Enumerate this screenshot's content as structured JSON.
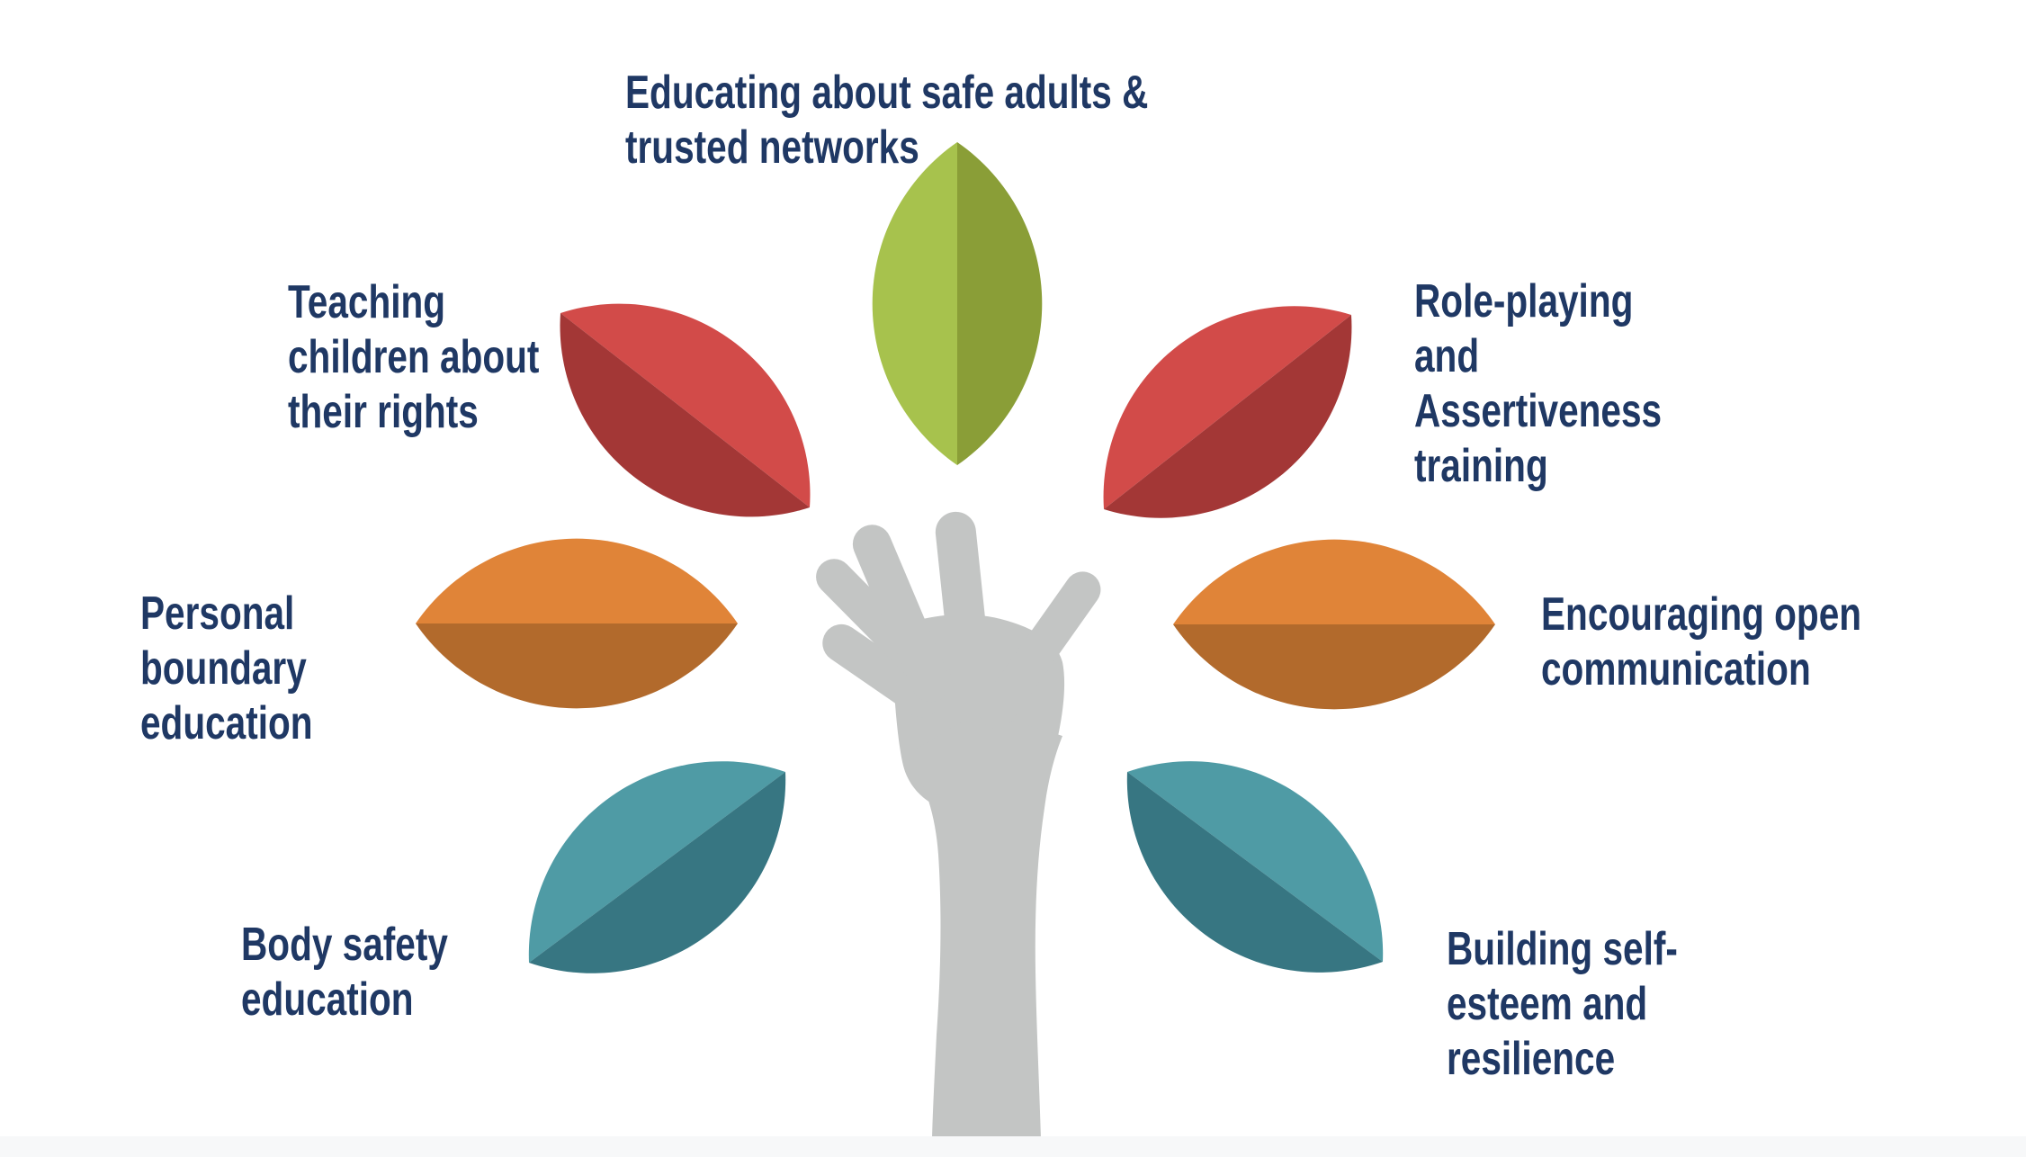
{
  "diagram": {
    "type": "hand-tree petal diagram",
    "center_icon": "open-hand",
    "petals": [
      {
        "position": "top",
        "color_name": "green",
        "label": "Educating about safe adults &\ntrusted networks"
      },
      {
        "position": "upper-left",
        "color_name": "red",
        "label": "Teaching\nchildren about\ntheir rights"
      },
      {
        "position": "upper-right",
        "color_name": "red",
        "label": "Role-playing\nand\nAssertiveness\ntraining"
      },
      {
        "position": "middle-left",
        "color_name": "orange",
        "label": "Personal\nboundary\neducation"
      },
      {
        "position": "middle-right",
        "color_name": "orange",
        "label": "Encouraging open\ncommunication"
      },
      {
        "position": "lower-left",
        "color_name": "teal",
        "label": "Body safety\neducation"
      },
      {
        "position": "lower-right",
        "color_name": "teal",
        "label": "Building self-\nesteem and\nresilience"
      }
    ]
  },
  "colors": {
    "green_light": "#a7c24d",
    "green_dark": "#8a9e37",
    "red_light": "#d24b49",
    "red_dark": "#a33736",
    "orange_light": "#e08438",
    "orange_dark": "#b26a2c",
    "teal_light": "#4f9ba5",
    "teal_dark": "#377682",
    "hand_gray": "#c3c5c4",
    "text_navy": "#1f3864",
    "bottom_strip": "#f7f8f9",
    "background": "#ffffff"
  }
}
